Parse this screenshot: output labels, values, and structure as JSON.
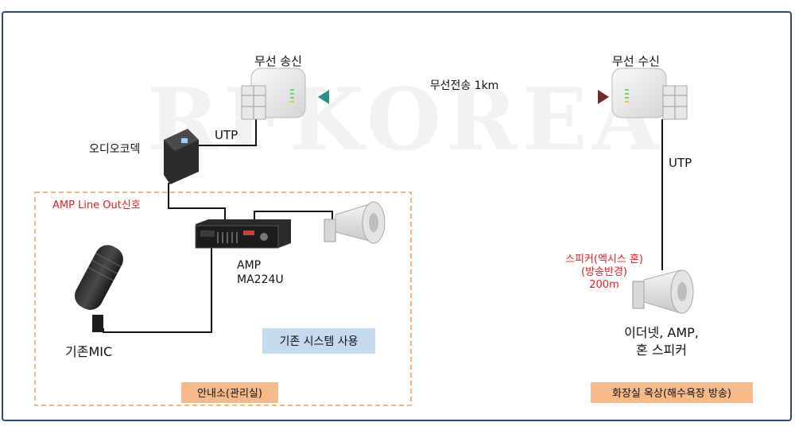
{
  "watermark": "RFKOREA",
  "labels": {
    "tx_title": "무선 송신",
    "rx_title": "무선 수신",
    "link_label": "무선전송 1km",
    "utp_left": "UTP",
    "utp_right": "UTP",
    "codec": "오디오코덱",
    "amp_line_out": "AMP Line Out신호",
    "amp_model_1": "AMP",
    "amp_model_2": "MA224U",
    "mic": "기존MIC",
    "existing_system": "기존 시스템 사용",
    "office": "안내소(관리실)",
    "speaker_spec_1": "스피커(엑시스 혼)",
    "speaker_spec_2": "(방송반경)",
    "speaker_spec_3": "200m",
    "rx_equipment_1": "이더넷, AMP,",
    "rx_equipment_2": "혼 스피커",
    "rooftop": "화장실 옥상(해수욕장 방송)"
  },
  "colors": {
    "frame": "#2c4a6e",
    "accent_red": "#e02020",
    "orange_box": "#f0a060",
    "tag_blue": "#c5d9ef",
    "tag_orange": "#f6b98a"
  }
}
